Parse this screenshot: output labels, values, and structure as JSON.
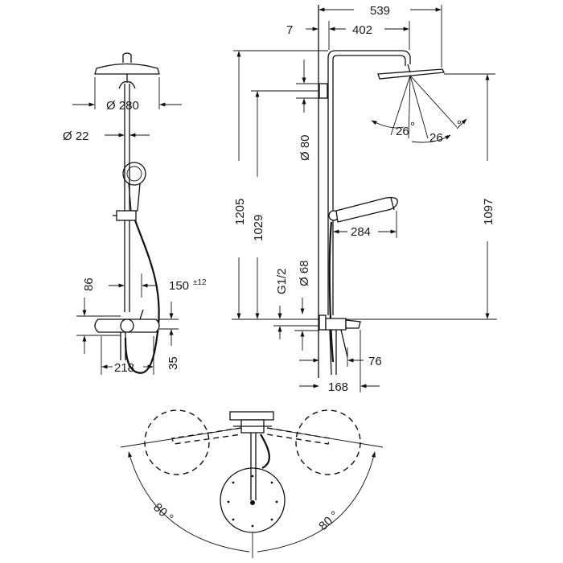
{
  "drawing": {
    "front_view": {
      "head_diameter": "Ø 280",
      "pipe_diameter": "Ø 22",
      "mixer_height": "86",
      "handshower_offset": "150",
      "handshower_tolerance": "±12",
      "mixer_width": "218",
      "mixer_depth": "35"
    },
    "side_view": {
      "top_total": "539",
      "arm_length": "402",
      "wall_gap": "7",
      "bracket_height": "Ø 80",
      "total_height": "1205",
      "mid_height": "1029",
      "head_height": "1097",
      "angle_a": "26",
      "angle_b": "26",
      "degree_symbol": "°",
      "hand_reach": "284",
      "connection": "G1/2",
      "flange": "Ø 68",
      "spout_depth": "76",
      "mixer_projection": "168"
    },
    "top_view": {
      "swivel_left": "80 °",
      "swivel_right": "80 °"
    }
  }
}
